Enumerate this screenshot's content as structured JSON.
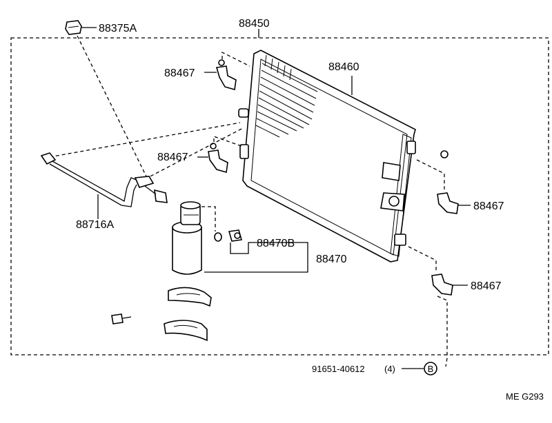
{
  "labels": {
    "assembly": "88450",
    "cap": "88375A",
    "condenser": "88460",
    "bracket_top": "88467",
    "bracket_mid": "88467",
    "bracket_right": "88467",
    "bracket_lower_right": "88467",
    "pipe": "88716A",
    "plug": "88470B",
    "receiver": "88470",
    "bolt_ref": "91651-40612",
    "bolt_qty": "(4)",
    "bolt_marker": "B",
    "figure_code": "ME G293"
  }
}
